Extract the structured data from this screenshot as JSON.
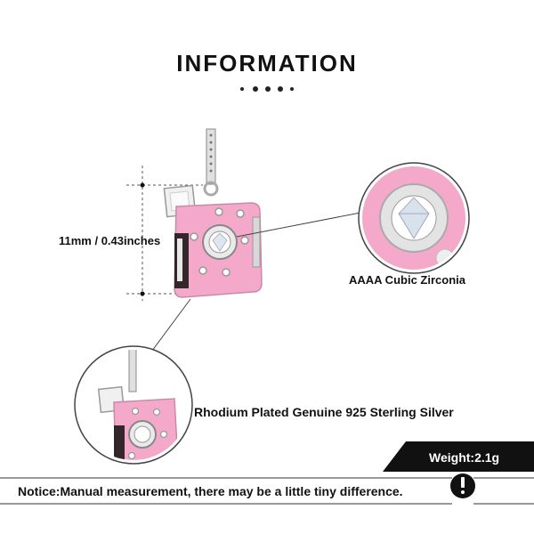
{
  "header": {
    "title": "INFORMATION"
  },
  "dimension": {
    "label": "11mm / 0.43inches"
  },
  "callouts": {
    "zirconia": "AAAA Cubic Zirconia",
    "silver": "Rhodium Plated Genuine 925 Sterling Silver"
  },
  "weight": {
    "label": "Weight:2.1g"
  },
  "notice": {
    "text": "Notice:Manual measurement, there may be a little tiny difference.",
    "icon": "exclamation-icon"
  },
  "colors": {
    "pink": "#f4a9cb",
    "pink_dark": "#e889b4",
    "silver": "#d9d9d9",
    "black": "#111111"
  }
}
